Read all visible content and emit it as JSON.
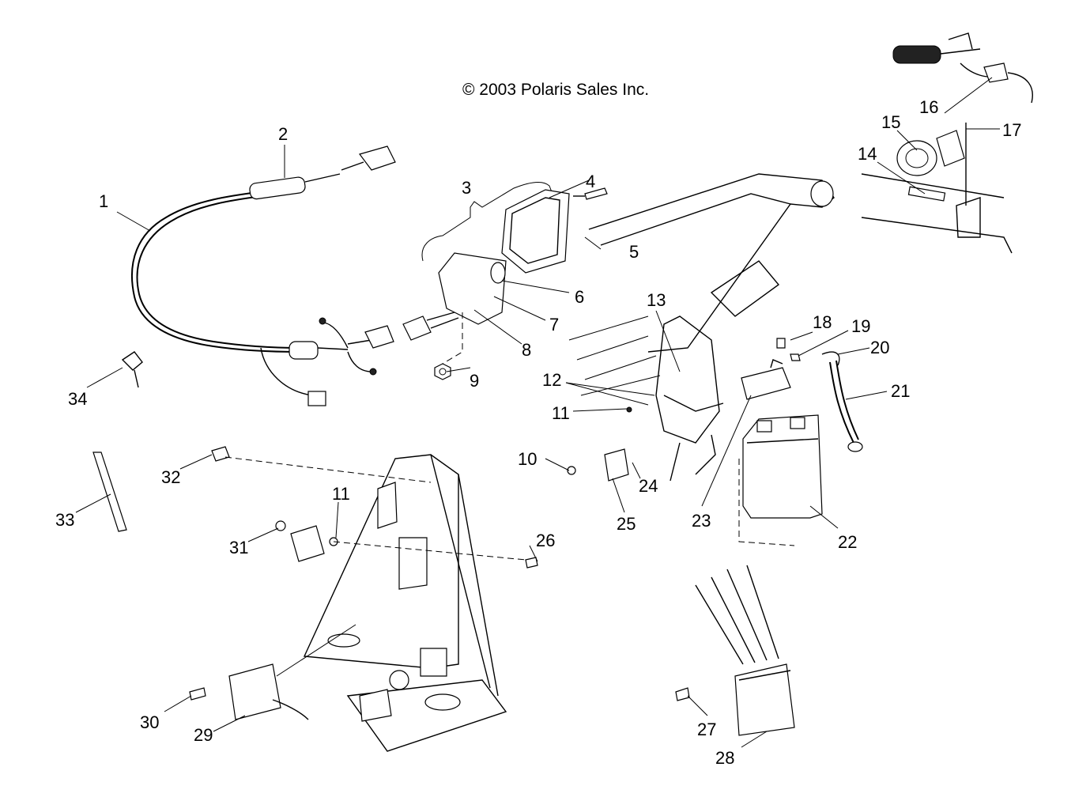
{
  "copyright": "© 2003 Polaris Sales Inc.",
  "callouts": [
    "1",
    "2",
    "3",
    "4",
    "5",
    "6",
    "7",
    "8",
    "9",
    "10",
    "11",
    "11",
    "12",
    "13",
    "14",
    "15",
    "16",
    "17",
    "18",
    "19",
    "20",
    "21",
    "22",
    "23",
    "24",
    "25",
    "26",
    "27",
    "28",
    "29",
    "30",
    "31",
    "32",
    "33",
    "34"
  ]
}
